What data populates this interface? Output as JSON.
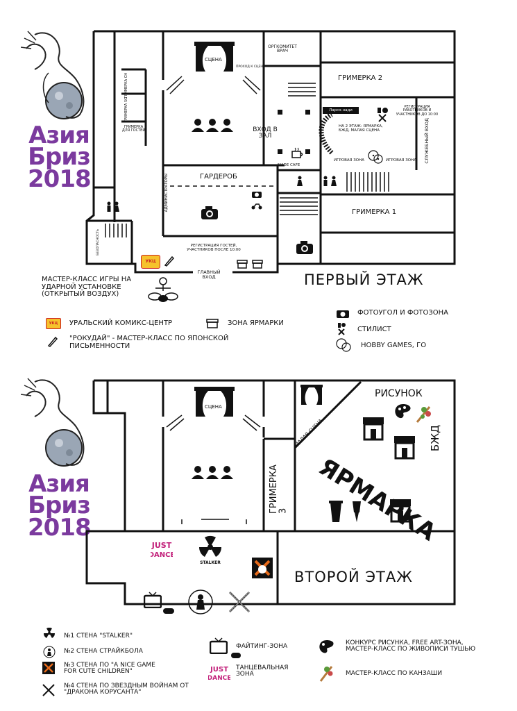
{
  "logo": {
    "line1": "Азия",
    "line2": "Бриз",
    "line3": "2018",
    "color": "#7b3a9e"
  },
  "floor1": {
    "title": "Первый этаж",
    "scene": "Сцена",
    "org_vrach": "Оргкомитет врач",
    "passage": "Проход к сцене",
    "grimerka2": "Гримерка 2",
    "grimerka1": "Гримерка 1",
    "grimerka_sn": "Гримерка СН",
    "grimerka_sg": "Гримерка SG",
    "grimerka_guests": "Гримерка для гостей",
    "vhod_zal": "Вход в зал",
    "garderob": "Гардероб",
    "admins": "Администраторы",
    "registration_staff": "Регистрация работников и участников до 10:00",
    "second_floor_note": "На 2 этаж: ярмарка, БЖД, малая сцена",
    "sharp_badge": "Ларсо-нади",
    "cafe": "Made Cafe",
    "game_zone_a": "Игровая зона",
    "game_zone_b": "Игровая зона",
    "service_exit": "Служебный вход",
    "reg_guests": "Регистрация гостей, участников после 10:00",
    "main_entrance": "Главный вход",
    "backstage": "Безопасность",
    "ukc_badge": "УКЦ",
    "drums_caption": "Мастер-класс игры на ударной установке (открытый воздух)"
  },
  "legend1": {
    "ukc": "Уральский комикс-центр",
    "fair": "Зона ярмарки",
    "rokudai": "\"Рокудай\" - мастер-класс по японской письменности",
    "photo": "Фотоугол и фотозона",
    "stylist": "Стилист",
    "hobby": "Hobby Games, го"
  },
  "floor2": {
    "title": "Второй этаж",
    "scene": "Сцена",
    "small_scene": "Малая сцена",
    "risunok": "Рисунок",
    "yarmarka": "Ярмарка",
    "bzhd": "БЖД",
    "grimerka3": "Гримерка 3",
    "just_dance": "JUST DANCE",
    "stalker": "STALKER"
  },
  "legend2": {
    "wall1": "№1 стена \"STALKER\"",
    "wall2": "№2 стена страйкбола",
    "wall3": "№3 стена по \"A Nice Game For Cute Children\"",
    "wall4": "№4 стена по звездным войнам от \"Дракона Корусанта\"",
    "fighting": "Файтинг-зона",
    "dance": "Танцевальная зона",
    "drawing": "Конкурс рисунка, free art-зона, мастер-класс по живописи тушью",
    "kanzashi": "Мастер-класс по канзаши"
  }
}
